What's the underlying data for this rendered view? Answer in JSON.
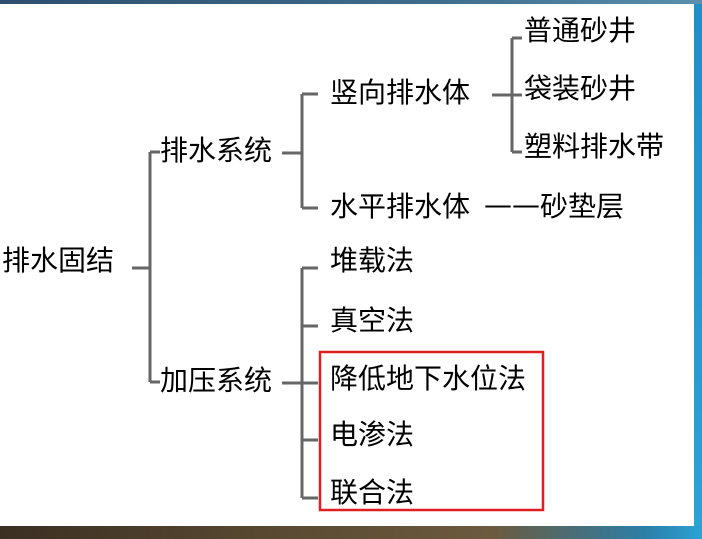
{
  "tree": {
    "root": "排水固结",
    "drain_system": {
      "label": "排水系统",
      "vertical": {
        "label": "竖向排水体",
        "children": [
          "普通砂井",
          "袋装砂井",
          "塑料排水带"
        ]
      },
      "horizontal": {
        "label": "水平排水体",
        "connector": "——",
        "child": "砂垫层"
      }
    },
    "pressure_system": {
      "label": "加压系统",
      "children": [
        "堆载法",
        "真空法",
        "降低地下水位法",
        "电渗法",
        "联合法"
      ]
    }
  },
  "colors": {
    "line": "#666666",
    "highlight_box": "#e02020",
    "top_bar": "#2f4f6f",
    "right_edge": "#1e8fc7"
  }
}
